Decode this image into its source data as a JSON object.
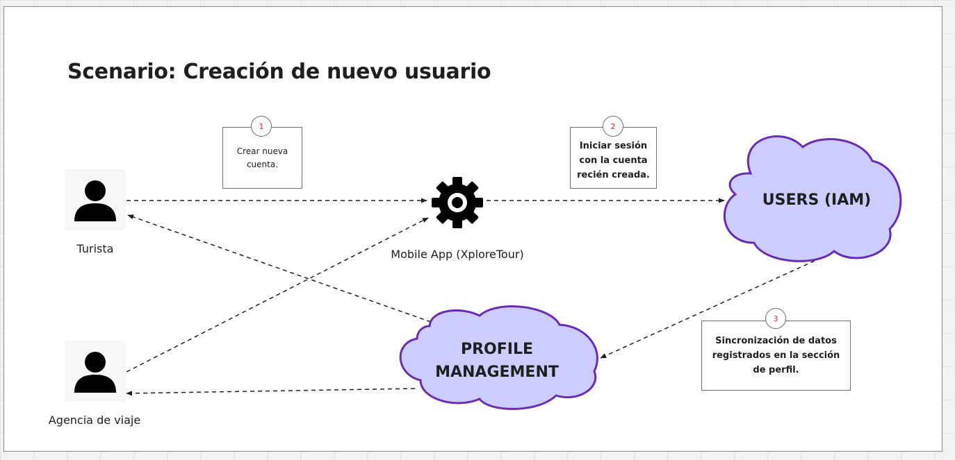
{
  "diagram": {
    "title": "Scenario: Creación de nuevo usuario",
    "actors": {
      "turista": {
        "label": "Turista",
        "icon": "user-icon"
      },
      "agencia": {
        "label": "Agencia de viaje",
        "icon": "user-icon"
      }
    },
    "app": {
      "label": "Mobile App (XploreTour)",
      "icon": "gear-icon"
    },
    "clouds": {
      "users": {
        "label": "USERS (IAM)",
        "fill": "#ccccff",
        "stroke": "#6a2cb4"
      },
      "profile": {
        "label": "PROFILE\nMANAGEMENT",
        "fill": "#ccccff",
        "stroke": "#6a2cb4"
      }
    },
    "steps": [
      {
        "number": "1",
        "text": "Crear nueva\ncuenta."
      },
      {
        "number": "2",
        "text": "Iniciar sesión\ncon la cuenta\nrecién creada."
      },
      {
        "number": "3",
        "text": "Sincronización de datos\nregistrados en la sección\nde perfil."
      }
    ],
    "colors": {
      "badge_number": "#d9292c",
      "arrow": "#1f1f1f"
    }
  }
}
